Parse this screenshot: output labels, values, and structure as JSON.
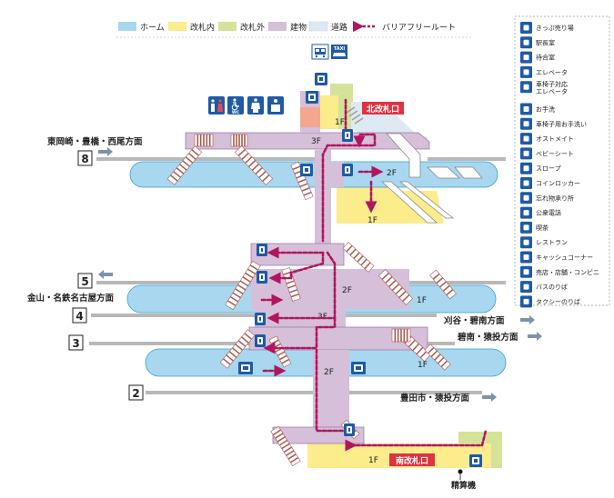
{
  "colors": {
    "platform": "#a9d7ef",
    "platform_stroke": "#2e9fd6",
    "ticket_inside": "#fbec8c",
    "ticket_outside": "#d4e29a",
    "building": "#d5bfd9",
    "building_stroke": "#9b7aa7",
    "passage": "#ddeaf3",
    "route": "#b0165e",
    "stairs": "#a85a4e",
    "track": "#b8b8b8",
    "gate_red": "#e03240",
    "icon_blue": "#1f5aa6"
  },
  "legend": {
    "items": [
      {
        "label": "ホーム",
        "swatch": "platform"
      },
      {
        "label": "改札内",
        "swatch": "ticket_inside"
      },
      {
        "label": "改札外",
        "swatch": "ticket_outside"
      },
      {
        "label": "建物",
        "swatch": "building"
      },
      {
        "label": "道路",
        "swatch": "passage"
      }
    ],
    "route_label": "バリアフリールート"
  },
  "facilities": [
    {
      "icon": "ticket-machine-icon",
      "label": "きっぷ売り場"
    },
    {
      "icon": "station-office-icon",
      "label": "駅長室"
    },
    {
      "icon": "waiting-room-icon",
      "label": "待合室"
    },
    {
      "icon": "elevator-icon",
      "label": "エレベータ"
    },
    {
      "icon": "wheelchair-elevator-icon",
      "label": "車椅子対応\nエレベータ"
    },
    {
      "icon": "restroom-icon",
      "label": "お手洗"
    },
    {
      "icon": "wheelchair-restroom-icon",
      "label": "車椅子用お手洗い"
    },
    {
      "icon": "ostomate-icon",
      "label": "オストメイト"
    },
    {
      "icon": "baby-seat-icon",
      "label": "ベビーシート"
    },
    {
      "icon": "slope-icon",
      "label": "スロープ"
    },
    {
      "icon": "coin-locker-icon",
      "label": "コインロッカー"
    },
    {
      "icon": "lost-found-icon",
      "label": "忘れ物承り所"
    },
    {
      "icon": "public-phone-icon",
      "label": "公衆電話"
    },
    {
      "icon": "cafe-icon",
      "label": "喫茶"
    },
    {
      "icon": "restaurant-icon",
      "label": "レストラン"
    },
    {
      "icon": "cash-corner-icon",
      "label": "キャッシュコーナー"
    },
    {
      "icon": "shop-icon",
      "label": "売店・店舗・コンビニ"
    },
    {
      "icon": "bus-icon",
      "label": "バスのりば"
    },
    {
      "icon": "taxi-icon",
      "label": "タクシーのりば"
    }
  ],
  "platforms": {
    "track8": "8",
    "track5": "5",
    "track4": "4",
    "track3": "3",
    "track2": "2"
  },
  "directions": {
    "track8": "東岡崎・豊橋・西尾方面",
    "track5": "金山・名鉄名古屋方面",
    "track4": "刈谷・碧南方面",
    "track3": "碧南・猿投方面",
    "track2": "豊田市・猿投方面"
  },
  "gates": {
    "north": "北改札口",
    "south": "南改札口"
  },
  "floors": {
    "f3_top": "3F",
    "f2_top": "2F",
    "f1_north": "1F",
    "f1_north_lower": "1F",
    "f2_mid": "2F",
    "f1_mid": "1F",
    "f3_mid": "3F",
    "f2_low": "2F",
    "f1_low": "1F",
    "f1_south": "1F"
  },
  "labels": {
    "fare_adjust": "精算機"
  },
  "transport_icons": {
    "taxi": "TAXI"
  },
  "restroom_icons": {
    "wc": "WC"
  }
}
